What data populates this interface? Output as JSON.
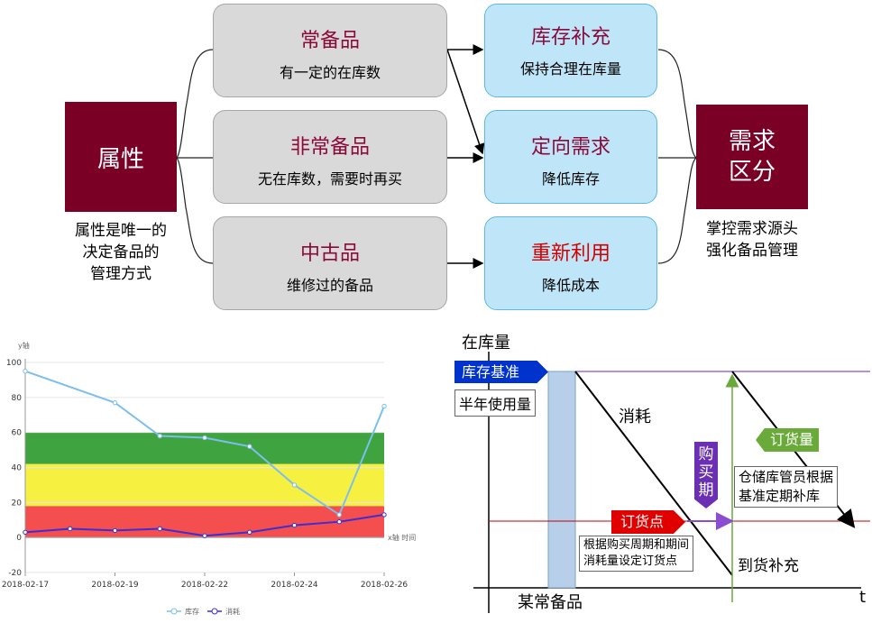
{
  "top": {
    "attribute": {
      "title": "属性",
      "caption_lines": [
        "属性是唯一的",
        "决定备品的",
        "管理方式"
      ]
    },
    "demand": {
      "title_lines": [
        "需求",
        "区分"
      ],
      "caption_lines": [
        "掌控需求源头",
        "强化备品管理"
      ]
    },
    "gray_boxes": [
      {
        "title": "常备品",
        "subtitle": "有一定的在库数"
      },
      {
        "title": "非常备品",
        "subtitle": "无在库数，需要时再买"
      },
      {
        "title": "中古品",
        "subtitle": "维修过的备品"
      }
    ],
    "blue_boxes": [
      {
        "title": "库存补充",
        "subtitle": "保持合理在库量"
      },
      {
        "title": "定向需求",
        "subtitle": "降低库存"
      },
      {
        "title": "重新利用",
        "subtitle": "降低成本"
      }
    ],
    "colors": {
      "maroon": "#7a0026",
      "title_dark": "#8b0a3a",
      "title_red": "#d40000"
    }
  },
  "chart_data": {
    "type": "line",
    "ylabel": "y轴",
    "xlabel": "x轴 时间",
    "ylim": [
      -20,
      100
    ],
    "yticks": [
      "100",
      "80",
      "60",
      "40",
      "20",
      "0",
      "-20"
    ],
    "xticks": [
      "2018-02-17",
      "2018-02-19",
      "2018-02-22",
      "2018-02-24",
      "2018-02-26"
    ],
    "bands": [
      {
        "from": 0,
        "to": 18,
        "color": "#f44e4e"
      },
      {
        "from": 18,
        "to": 42,
        "color": "#f6f041"
      },
      {
        "from": 42,
        "to": 60,
        "color": "#3fa33f"
      }
    ],
    "series": [
      {
        "name": "库存",
        "color": "#7cbef0",
        "values": [
          [
            0,
            95
          ],
          [
            1,
            77
          ],
          [
            1.5,
            58
          ],
          [
            2,
            57
          ],
          [
            2.5,
            52
          ],
          [
            3,
            30
          ],
          [
            3.5,
            13
          ],
          [
            4,
            75
          ]
        ]
      },
      {
        "name": "消耗",
        "color": "#3b2fd4",
        "values": [
          [
            0,
            3
          ],
          [
            0.5,
            5
          ],
          [
            1,
            4
          ],
          [
            1.5,
            5
          ],
          [
            2,
            1
          ],
          [
            2.5,
            3
          ],
          [
            3,
            7
          ],
          [
            3.5,
            9
          ],
          [
            4,
            13
          ]
        ]
      }
    ],
    "legend": [
      "库存",
      "消耗"
    ],
    "legend_position": "bottom"
  },
  "inv": {
    "y_axis_label": "在库量",
    "x_axis_label": "t",
    "baseline_label": "库存基准",
    "half_year_label": "半年使用量",
    "consume_label": "消耗",
    "purchase_label": [
      "购",
      "买",
      "期"
    ],
    "order_qty_label": "订货量",
    "warehouse_note": [
      "仓储库管员根据",
      "基准定期补库"
    ],
    "order_point_label": "订货点",
    "order_note": [
      "根据购买周期和期间",
      "消耗量设定订货点"
    ],
    "arrival_label": "到货补充",
    "item_label": "某常备品"
  }
}
